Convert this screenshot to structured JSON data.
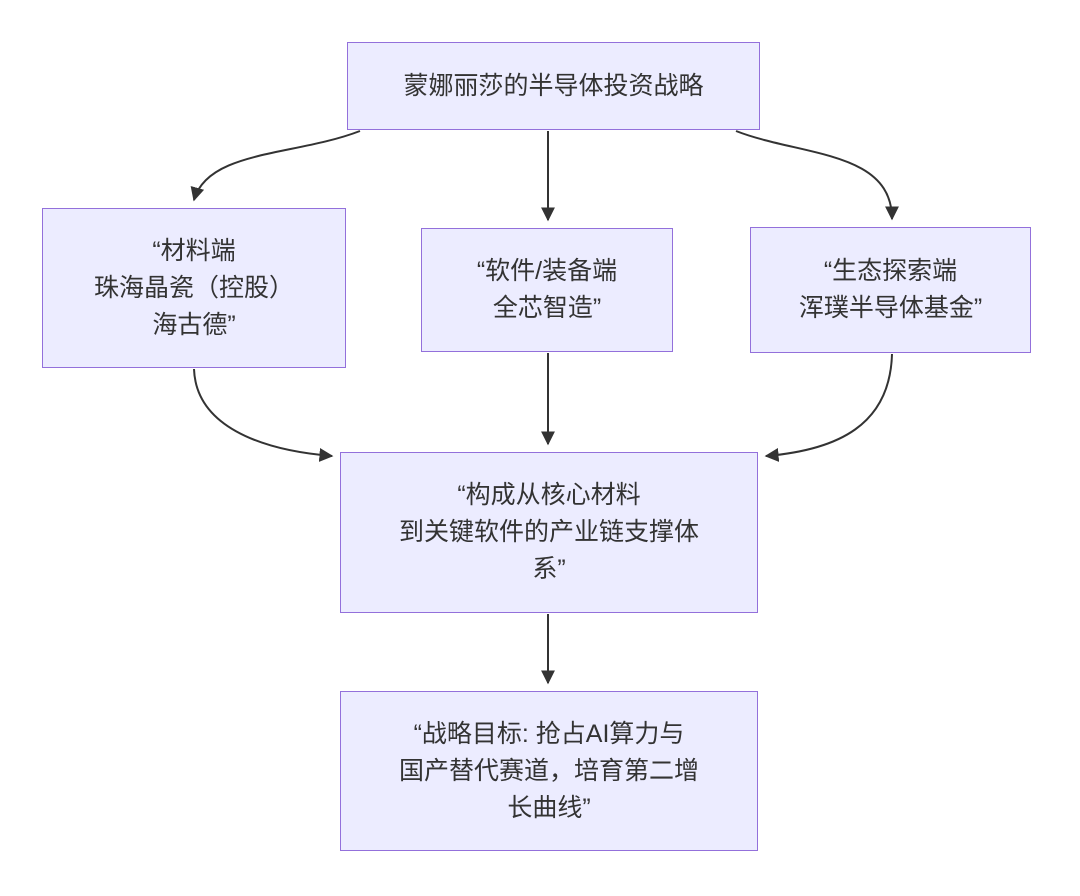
{
  "colors": {
    "bg": "#ffffff",
    "node_fill": "#ECECFF",
    "node_border": "#9370DB",
    "text": "#333333",
    "edge": "#333333"
  },
  "diagram": {
    "type": "flowchart-top-down",
    "nodes": {
      "root": {
        "label": "蒙娜丽莎的半导体投资战略"
      },
      "material": {
        "label": "“材料端\n珠海晶瓷（控股）\n海古德”"
      },
      "software": {
        "label": "“软件/装备端\n全芯智造”"
      },
      "ecosystem": {
        "label": "“生态探索端\n浑璞半导体基金”"
      },
      "chain": {
        "label": "“构成从核心材料\n到关键软件的产业链支撑体\n系”"
      },
      "goal": {
        "label": "“战略目标: 抢占AI算力与\n国产替代赛道，培育第二增\n长曲线”"
      }
    },
    "edges": [
      {
        "from": "root",
        "to": "material"
      },
      {
        "from": "root",
        "to": "software"
      },
      {
        "from": "root",
        "to": "ecosystem"
      },
      {
        "from": "material",
        "to": "chain"
      },
      {
        "from": "software",
        "to": "chain"
      },
      {
        "from": "ecosystem",
        "to": "chain"
      },
      {
        "from": "chain",
        "to": "goal"
      }
    ]
  }
}
